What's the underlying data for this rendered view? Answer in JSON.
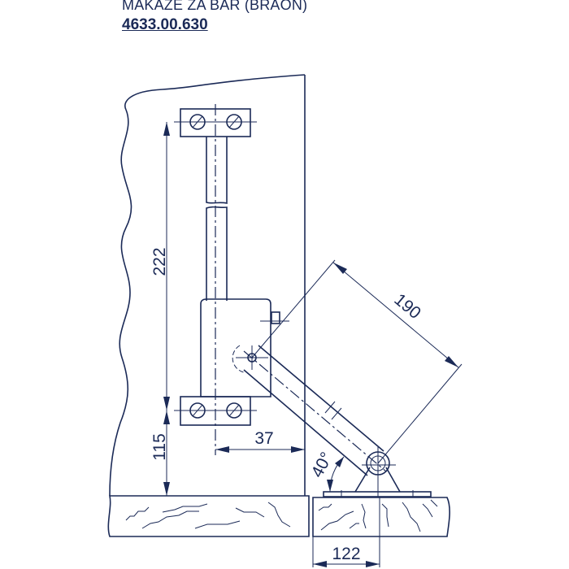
{
  "header": {
    "title": "MAKAZE ZA BAR (BRAON)",
    "part_number": "4633.00.630"
  },
  "dimensions": {
    "height_total": "222",
    "height_bottom": "115",
    "offset": "37",
    "arm_length": "190",
    "angle": "40°",
    "base_offset": "122"
  },
  "colors": {
    "line": "#1b2a57"
  }
}
